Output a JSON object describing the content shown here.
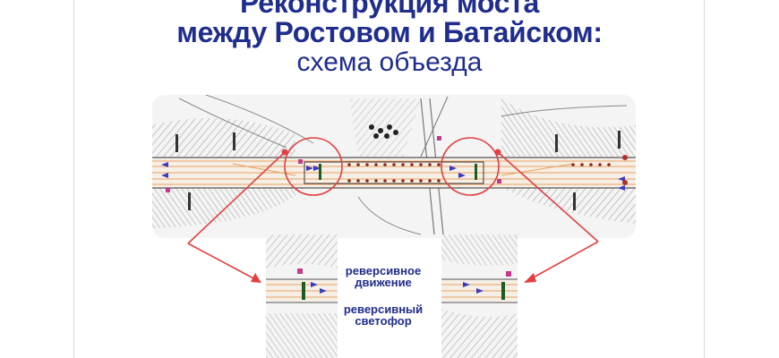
{
  "header": {
    "title_line1": "Реконструкция моста",
    "title_line2": "между Ростовом и Батайском:",
    "subtitle": "схема объезда"
  },
  "callouts": {
    "reverse_traffic": [
      "реверсивное",
      "движение"
    ],
    "reverse_light": [
      "реверсивный",
      "светофор"
    ]
  },
  "colors": {
    "title": "#1f2d8c",
    "highlight_circle": "#e04040",
    "road_marking": "#e8a060",
    "lane_arrow": "#3b3bbf",
    "barrier": "#c0392b"
  }
}
